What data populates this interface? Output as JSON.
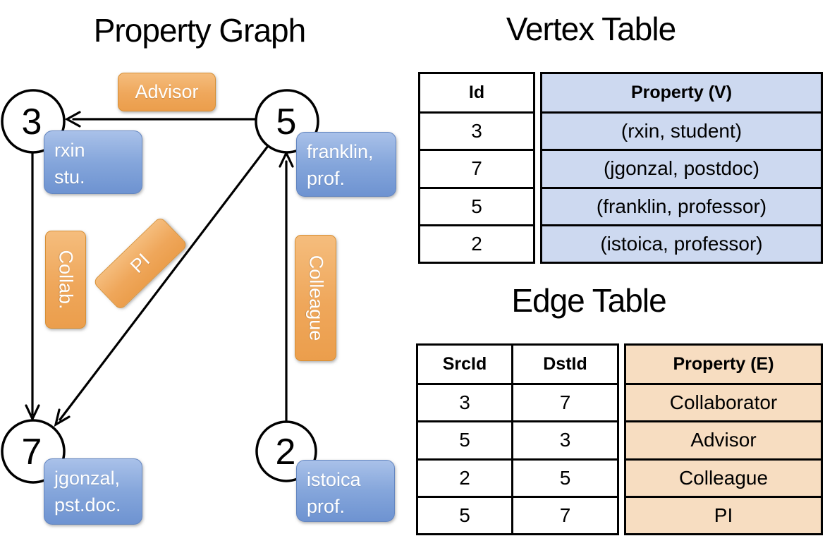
{
  "graph": {
    "title": "Property Graph",
    "vertices": [
      {
        "id": "3",
        "label_lines": [
          "rxin",
          "stu."
        ]
      },
      {
        "id": "5",
        "label_lines": [
          "franklin,",
          "prof."
        ]
      },
      {
        "id": "7",
        "label_lines": [
          "jgonzal,",
          "pst.doc."
        ]
      },
      {
        "id": "2",
        "label_lines": [
          "istoica",
          "prof."
        ]
      }
    ],
    "edges": [
      {
        "src": "5",
        "dst": "3",
        "label": "Advisor"
      },
      {
        "src": "3",
        "dst": "7",
        "label": "Collab."
      },
      {
        "src": "5",
        "dst": "7",
        "label": "PI"
      },
      {
        "src": "2",
        "dst": "5",
        "label": "Colleague"
      }
    ]
  },
  "vertex_table": {
    "title": "Vertex Table",
    "columns": [
      "Id",
      "Property (V)"
    ],
    "rows": [
      [
        "3",
        "(rxin, student)"
      ],
      [
        "7",
        "(jgonzal, postdoc)"
      ],
      [
        "5",
        "(franklin, professor)"
      ],
      [
        "2",
        "(istoica, professor)"
      ]
    ]
  },
  "edge_table": {
    "title": "Edge Table",
    "columns": [
      "SrcId",
      "DstId",
      "Property (E)"
    ],
    "rows": [
      [
        "3",
        "7",
        "Collaborator"
      ],
      [
        "5",
        "3",
        "Advisor"
      ],
      [
        "2",
        "5",
        "Colleague"
      ],
      [
        "5",
        "7",
        "PI"
      ]
    ]
  },
  "colors": {
    "edge_label_fill": "#efa75b",
    "vertex_label_fill": "#85a6db",
    "vertex_property_bg": "#cdd9f0",
    "edge_property_bg": "#f7ddc1",
    "line": "#000000"
  }
}
